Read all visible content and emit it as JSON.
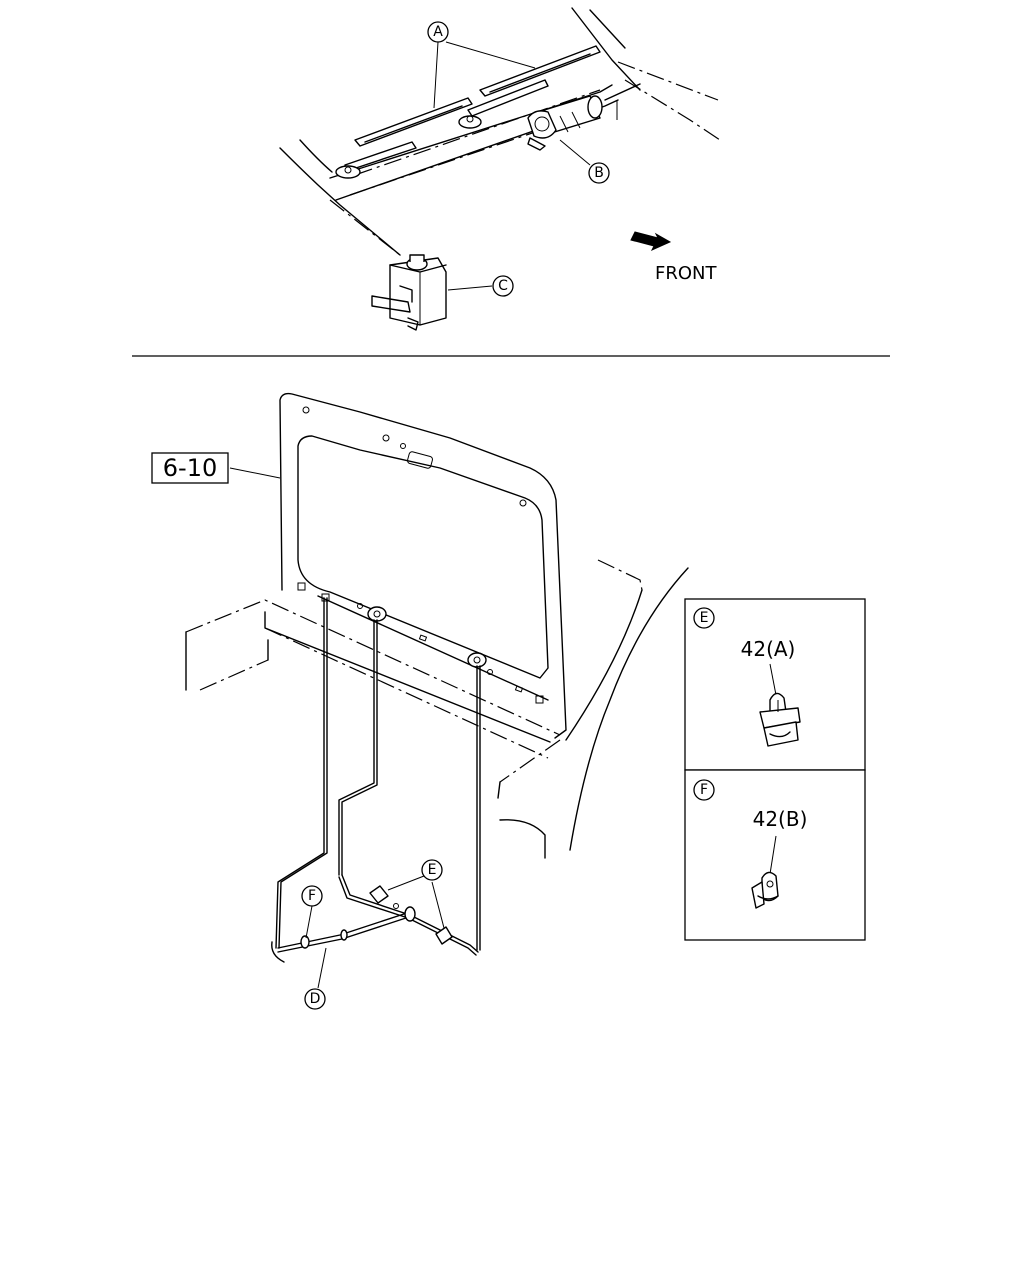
{
  "callouts": {
    "a": "A",
    "b": "B",
    "c": "C",
    "d": "D",
    "e": "E",
    "f": "F"
  },
  "front_label": "FRONT",
  "reference": "6-10",
  "detail_boxes": {
    "e": {
      "letter": "E",
      "part": "42(A)"
    },
    "f": {
      "letter": "F",
      "part": "42(B)"
    }
  }
}
